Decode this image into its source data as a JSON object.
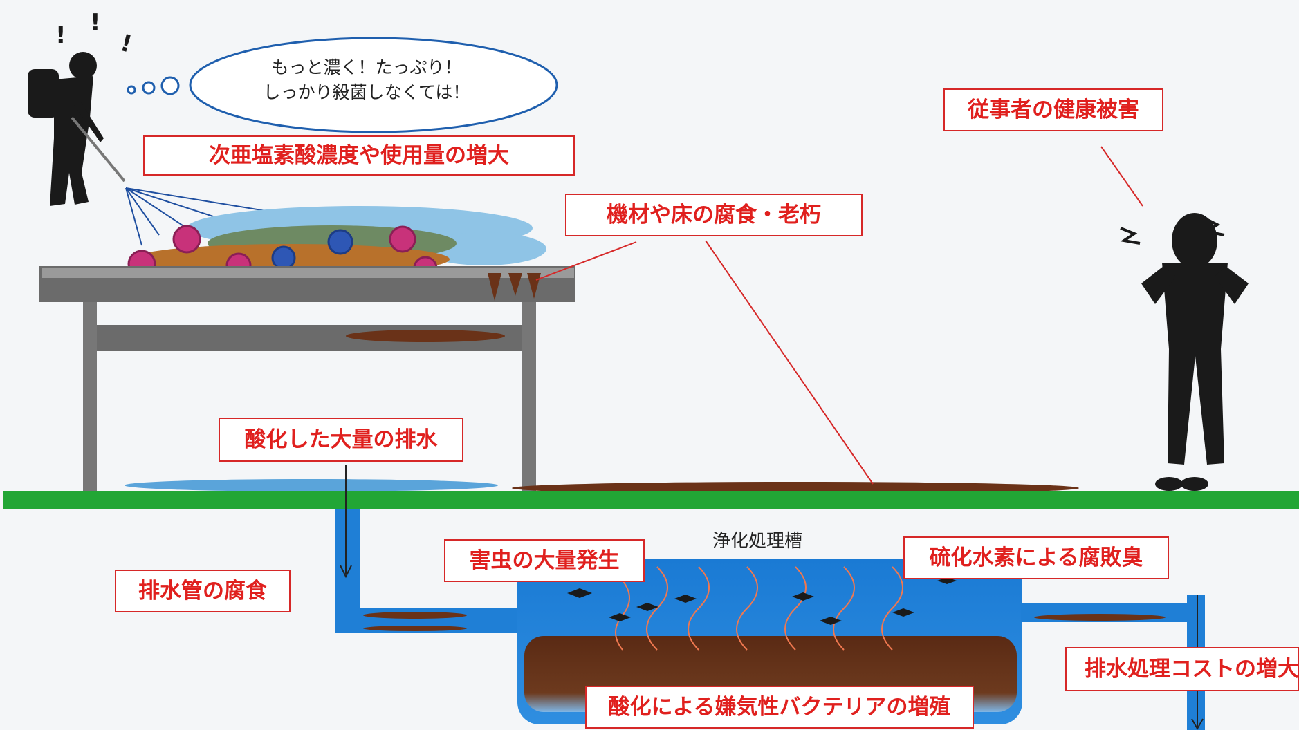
{
  "thought": {
    "line1": "もっと濃く！たっぷり！",
    "line2": "しっかり殺菌しなくては！"
  },
  "labels": {
    "chlorine_increase": "次亜塩素酸濃度や使用量の増大",
    "equipment_corrosion": "機材や床の腐食・老朽",
    "worker_health": "従事者の健康被害",
    "oxidized_wastewater": "酸化した大量の排水",
    "pipe_corrosion": "排水管の腐食",
    "pest_outbreak": "害虫の大量発生",
    "hydrogen_sulfide": "硫化水素による腐敗臭",
    "treatment_cost": "排水処理コストの増大",
    "anaerobic_bacteria": "酸化による嫌気性バクテリアの増殖"
  },
  "tank_title": "浄化処理槽",
  "colors": {
    "label_border": "#d62828",
    "label_text": "#e0201e",
    "ground": "#22a635",
    "water": "#1f7fd6",
    "sludge": "#6a3218",
    "silhouette": "#1a1a1a",
    "microbe": "#c8327a"
  }
}
